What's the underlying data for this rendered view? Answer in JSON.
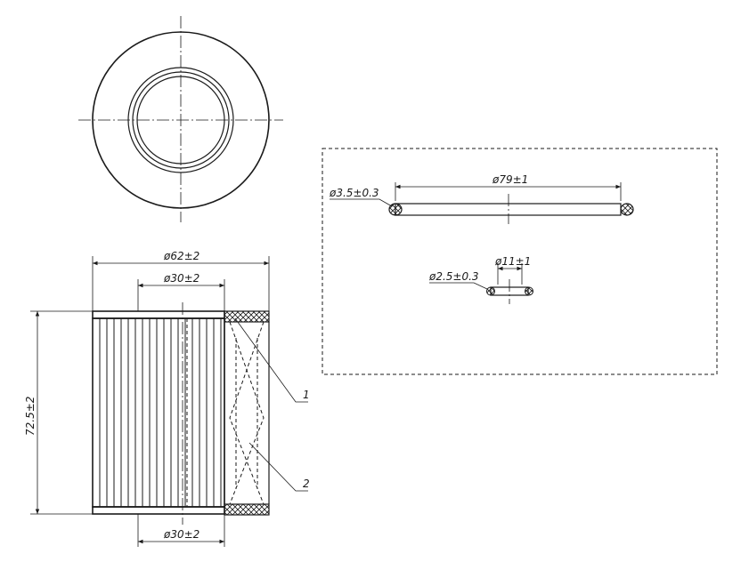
{
  "dimensions": {
    "outer_diameter": "ø62±2",
    "inner_diameter_top": "ø30±2",
    "inner_diameter_bottom": "ø30±2",
    "height": "72.5±2",
    "oring_large_section": "ø3.5±0.3",
    "oring_large_diameter": "ø79±1",
    "oring_small_section": "ø2.5±0.3",
    "oring_small_diameter": "ø11±1"
  },
  "callouts": {
    "part_1": "1",
    "part_2": "2"
  },
  "colors": {
    "line": "#1a1a1a",
    "background": "#ffffff"
  }
}
